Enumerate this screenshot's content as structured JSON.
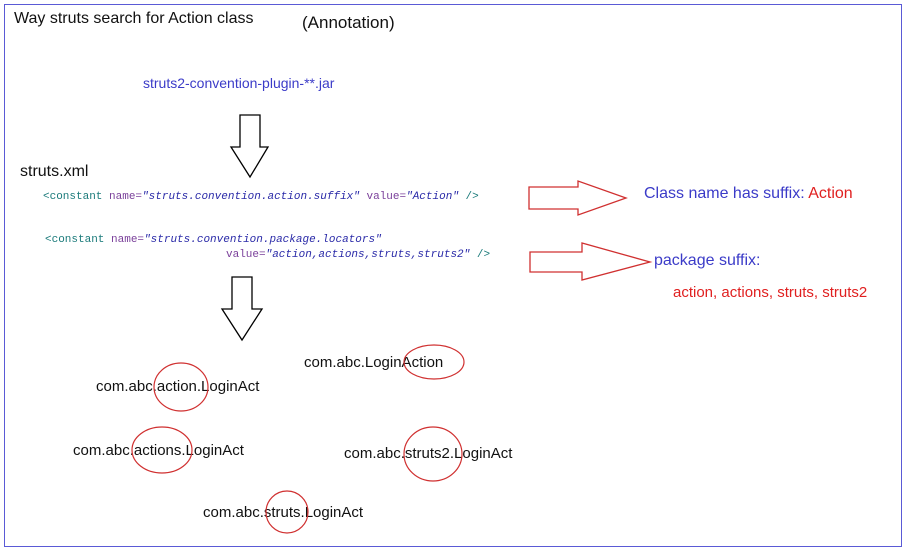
{
  "title": "Way struts search for Action class",
  "subtitle": "(Annotation)",
  "jar": "struts2-convention-plugin-**.jar",
  "config_file": "struts.xml",
  "constant1": {
    "tag_open": "<constant",
    "name_attr": "name=",
    "name_val": "\"struts.convention.action.suffix\"",
    "value_attr": "value=",
    "value_val": "\"Action\"",
    "tag_close": "/>"
  },
  "constant2": {
    "tag_open": "<constant",
    "name_attr": "name=",
    "name_val": "\"struts.convention.package.locators\"",
    "value_attr": "value=",
    "value_val": "\"action,actions,struts,struts2\"",
    "tag_close": "/>"
  },
  "note1": {
    "prefix": "Class name has suffix:",
    "suffix": "Action"
  },
  "note2": {
    "label": "package suffix:",
    "values": "action, actions, struts, struts2"
  },
  "examples": [
    "com.abc.LoginAction",
    "com.abc.action.LoginAct",
    "com.abc.actions.LoginAct",
    "com.abc.struts2.LoginAct",
    "com.abc.struts.LoginAct"
  ],
  "colors": {
    "border": "#5a5ad6",
    "blue_text": "#3b3bc8",
    "red_text": "#e02020",
    "arrow_red": "#d03030"
  }
}
